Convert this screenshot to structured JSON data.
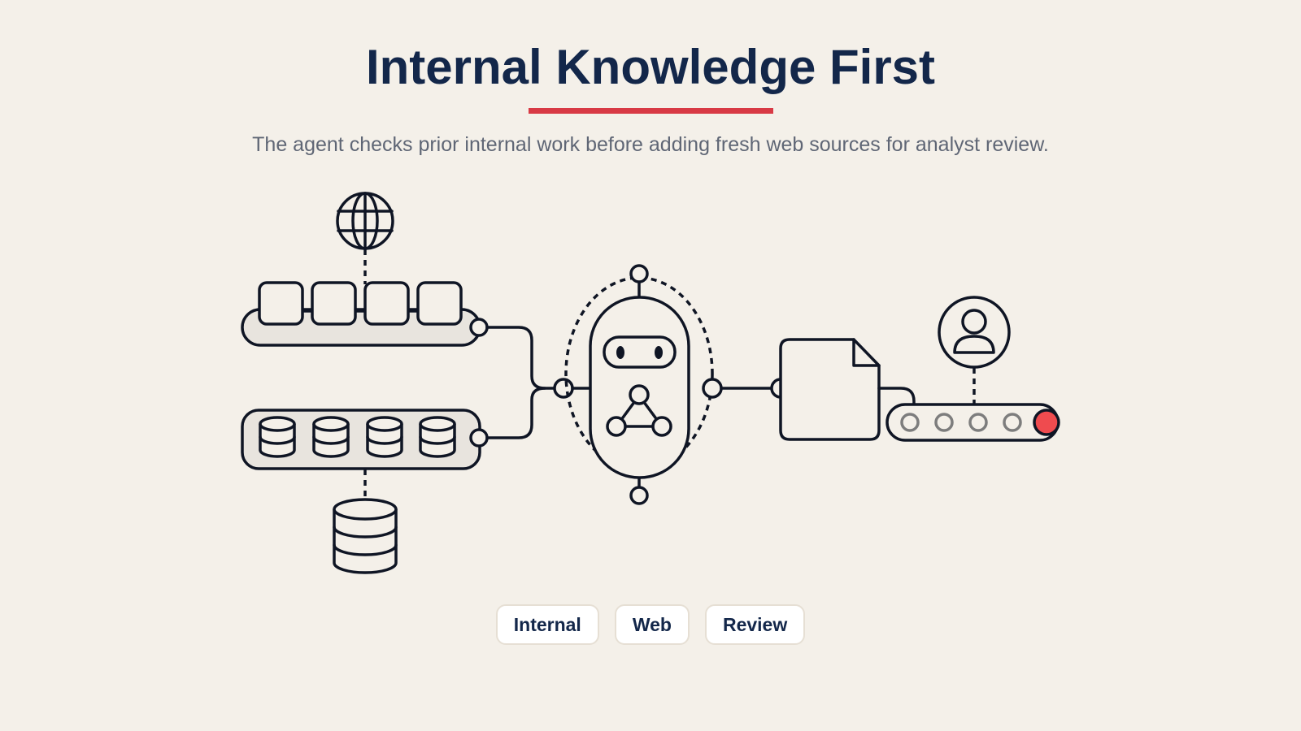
{
  "header": {
    "title": "Internal Knowledge First",
    "subtitle": "The agent checks prior internal work before adding fresh web sources for analyst review."
  },
  "chips": [
    {
      "label": "Internal"
    },
    {
      "label": "Web"
    },
    {
      "label": "Review"
    }
  ],
  "colors": {
    "background": "#f4f0e9",
    "title": "#13274a",
    "accent": "#d83a45",
    "stroke": "#0f1524",
    "highlight": "#ef4b4f"
  },
  "icons": [
    "globe-icon",
    "database-icon",
    "robot-agent-icon",
    "document-icon",
    "user-icon"
  ]
}
